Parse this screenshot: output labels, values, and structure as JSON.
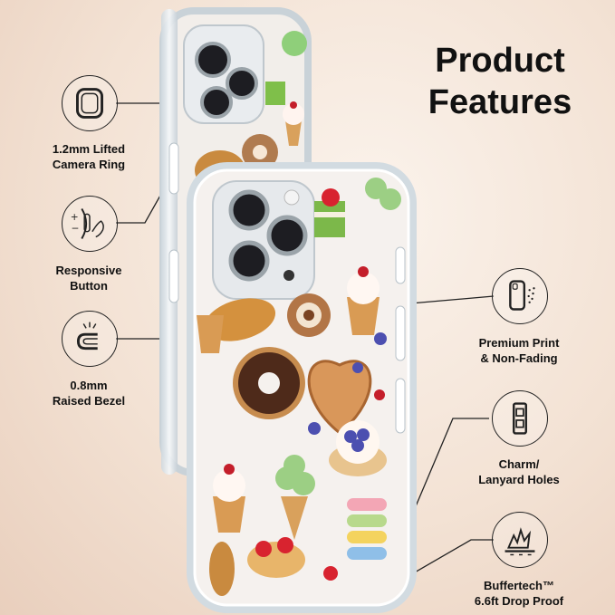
{
  "title": {
    "line1": "Product",
    "line2": "Features"
  },
  "features": {
    "camera_ring": {
      "line1": "1.2mm Lifted",
      "line2": "Camera Ring",
      "icon": "camera-ring-icon"
    },
    "responsive_button": {
      "line1": "Responsive",
      "line2": "Button",
      "icon": "button-press-icon"
    },
    "raised_bezel": {
      "line1": "0.8mm",
      "line2": "Raised Bezel",
      "icon": "bezel-icon"
    },
    "premium_print": {
      "line1": "Premium Print",
      "line2": "& Non-Fading",
      "icon": "spray-phone-icon"
    },
    "lanyard_holes": {
      "line1": "Charm/",
      "line2": "Lanyard Holes",
      "icon": "lanyard-hole-icon"
    },
    "drop_proof": {
      "line1": "Buffertech™",
      "line2": "6.6ft Drop Proof",
      "icon": "impact-icon"
    }
  },
  "colors": {
    "background": "#f3e2d4",
    "text": "#111111",
    "case_edge": "#e8eef2"
  }
}
